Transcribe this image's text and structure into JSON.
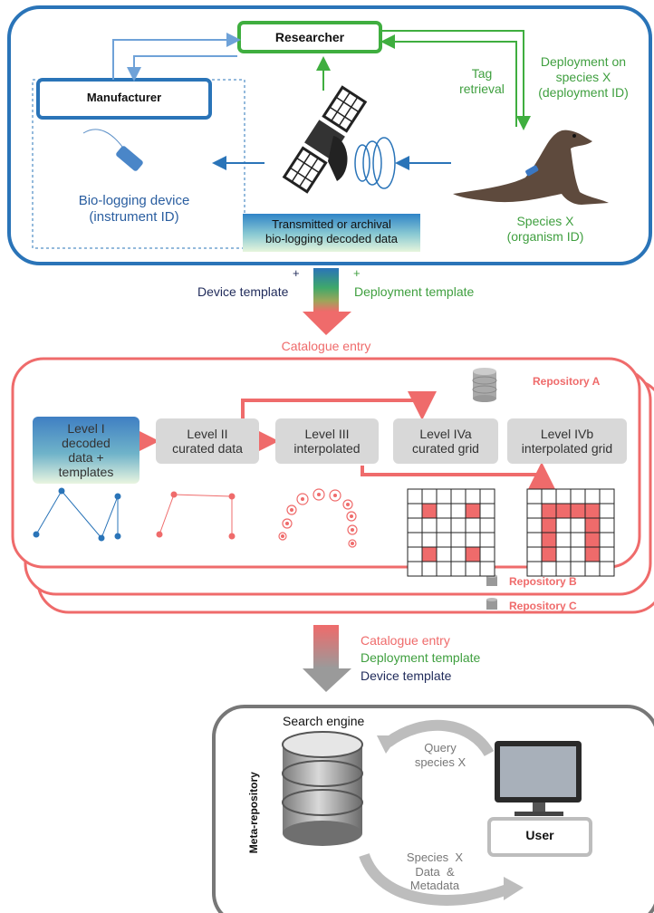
{
  "top": {
    "researcher": "Researcher",
    "manufacturer": "Manufacturer",
    "device": [
      "Bio-logging device",
      "(instrument ID)"
    ],
    "transmitted": [
      "Transmitted or archival",
      "bio-logging decoded data"
    ],
    "tag_retrieval": [
      "Tag",
      "retrieval"
    ],
    "deployment_on": [
      "Deployment on",
      "species X",
      "(deployment ID)"
    ],
    "species": [
      "Species X",
      "(organism ID)"
    ]
  },
  "templates": {
    "plus_left": "+",
    "plus_right": "+",
    "device_template": "Device template",
    "deployment_template": "Deployment template",
    "catalogue_entry": "Catalogue entry"
  },
  "repository": {
    "a": "Repository A",
    "b": "Repository B",
    "c": "Repository C",
    "levels": [
      [
        "Level I",
        "decoded",
        "data +",
        "templates"
      ],
      [
        "Level II",
        "curated data"
      ],
      [
        "Level III",
        "interpolated"
      ],
      [
        "Level IVa",
        "curated grid"
      ],
      [
        "Level IVb",
        "interpolated grid"
      ]
    ]
  },
  "middle": {
    "catalogue_entry": "Catalogue entry",
    "deployment_template": "Deployment template",
    "device_template": "Device template"
  },
  "meta": {
    "search_engine": "Search engine",
    "query": [
      "Query",
      "species X"
    ],
    "user": "User",
    "result": [
      "Species  X",
      "Data  &",
      "Metadata"
    ],
    "meta_repository": "Meta-repository"
  },
  "colors": {
    "blue": "#2a74b8",
    "green": "#3f9f3f",
    "red": "#ef6b6b",
    "dark_blue": "#1f2a5a",
    "gray": "#777777"
  }
}
